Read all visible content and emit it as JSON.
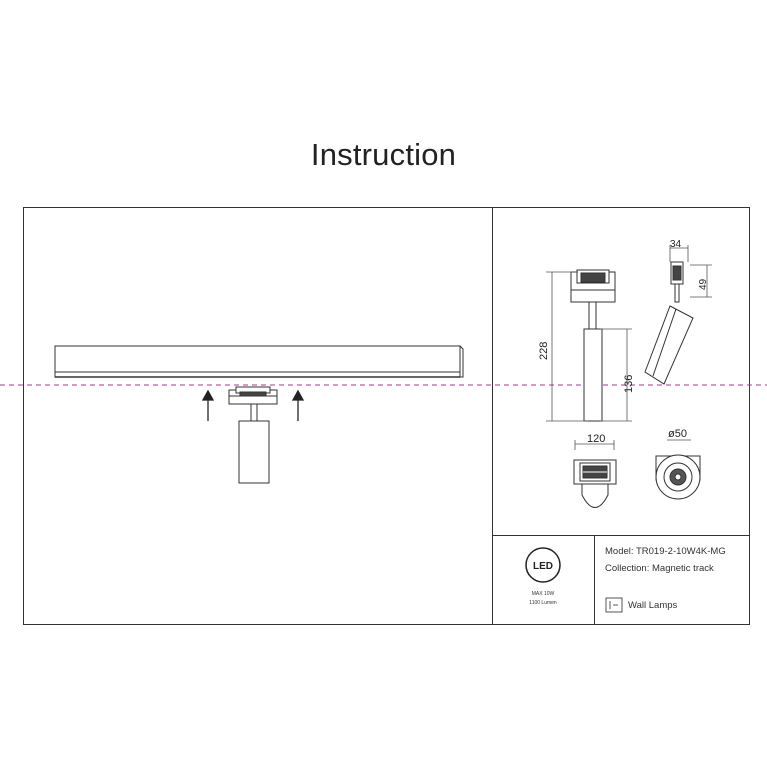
{
  "header": {
    "title": "Instruction"
  },
  "dimensions": {
    "width_top": "34",
    "height_top": "49",
    "total_height": "228",
    "body_height": "136",
    "width_base": "120",
    "diameter": "ø50"
  },
  "badge": {
    "label": "LED",
    "max_power": "MAX 10W",
    "lumens": "1100 Lumen"
  },
  "product": {
    "model": "Model: TR019-2-10W4K-MG",
    "collection": "Collection: Magnetic track",
    "category": "Wall Lamps"
  },
  "colors": {
    "cut_line": "#b0339a",
    "stroke": "#333333"
  }
}
